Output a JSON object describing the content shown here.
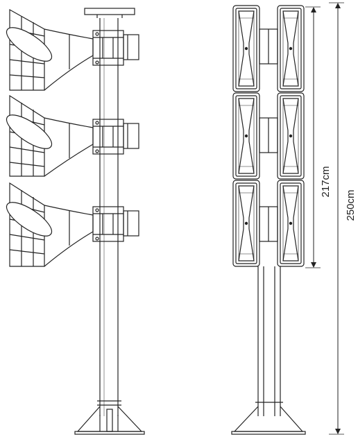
{
  "dimensions": {
    "height_1": {
      "value": 217,
      "unit": "cm",
      "label": "217cm"
    },
    "height_2": {
      "value": 250,
      "unit": "cm",
      "label": "250cm"
    }
  },
  "colors": {
    "line": "#222222",
    "background": "#ffffff"
  }
}
